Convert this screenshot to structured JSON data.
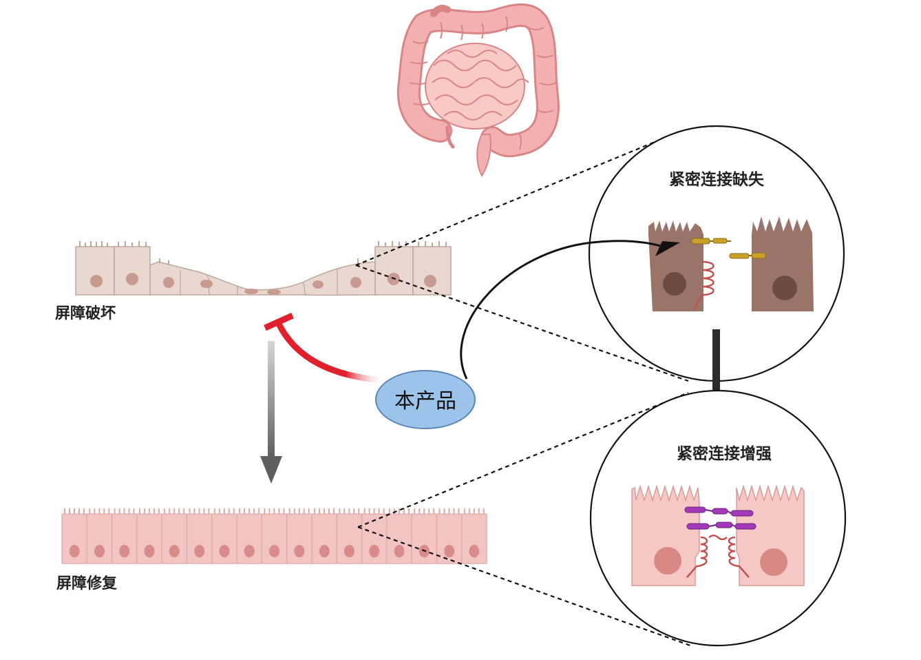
{
  "labels": {
    "barrier_damage": "屏障破坏",
    "barrier_repair": "屏障修复",
    "product": "本产品",
    "tight_junction_loss": "紧密连接缺失",
    "tight_junction_enhanced": "紧密连接增强"
  },
  "icons": {
    "organ": "intestine-icon",
    "inhibit_arrow": "inhibit-arrow-icon",
    "transition_arrow": "down-arrow-icon"
  },
  "colors": {
    "damaged_cell": "#e8d8d0",
    "damaged_nucleus": "#c89a90",
    "healthy_cell": "#f2c4c4",
    "healthy_nucleus": "#d98a8a",
    "zoom_cell_dark": "#9a7468",
    "zoom_nucleus_dark": "#6e4a44",
    "zoom_cell_light": "#f5c8c6",
    "zoom_nucleus_light": "#d88986",
    "junction_strand": "#c45050",
    "junction_protein_purple": "#a23ab8",
    "junction_protein_gold": "#c9a028",
    "product_fill": "#9cc3ea",
    "product_stroke": "#5b86b5",
    "inhibit_red": "#e0202a",
    "arrow_gray": "#666666",
    "intestine_fill": "#f3b0b0",
    "intestine_stroke": "#d98585"
  }
}
